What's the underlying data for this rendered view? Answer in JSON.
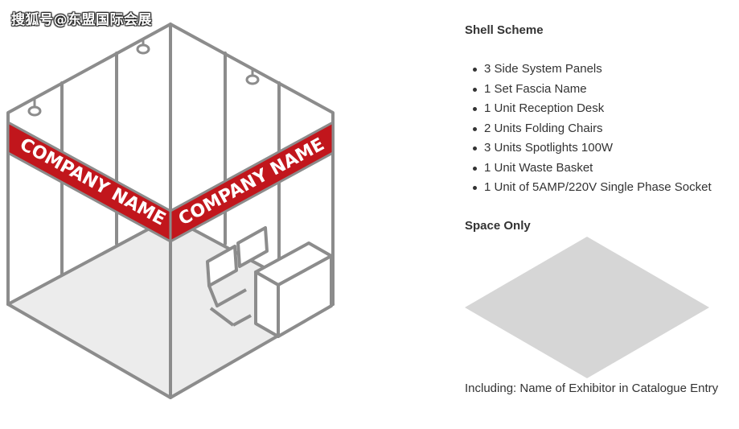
{
  "watermark": "搜狐号@东盟国际会展",
  "booth": {
    "fascia_left": "COMPANY NAME",
    "fascia_right": "COMPANY NAME",
    "colors": {
      "frame": "#8a8a8a",
      "fascia": "#c1161c",
      "floor": "#ececec"
    }
  },
  "shell_scheme": {
    "title": "Shell Scheme",
    "items": [
      "3 Side System Panels",
      "1 Set Fascia Name",
      "1 Unit Reception Desk",
      "2 Units Folding Chairs",
      "3 Units Spotlights 100W",
      "1 Unit Waste Basket",
      "1 Unit of 5AMP/220V Single Phase Socket"
    ]
  },
  "space_only": {
    "title": "Space Only",
    "caption": "Including: Name of Exhibitor in Catalogue Entry",
    "colors": {
      "floor": "#d6d6d6"
    }
  }
}
